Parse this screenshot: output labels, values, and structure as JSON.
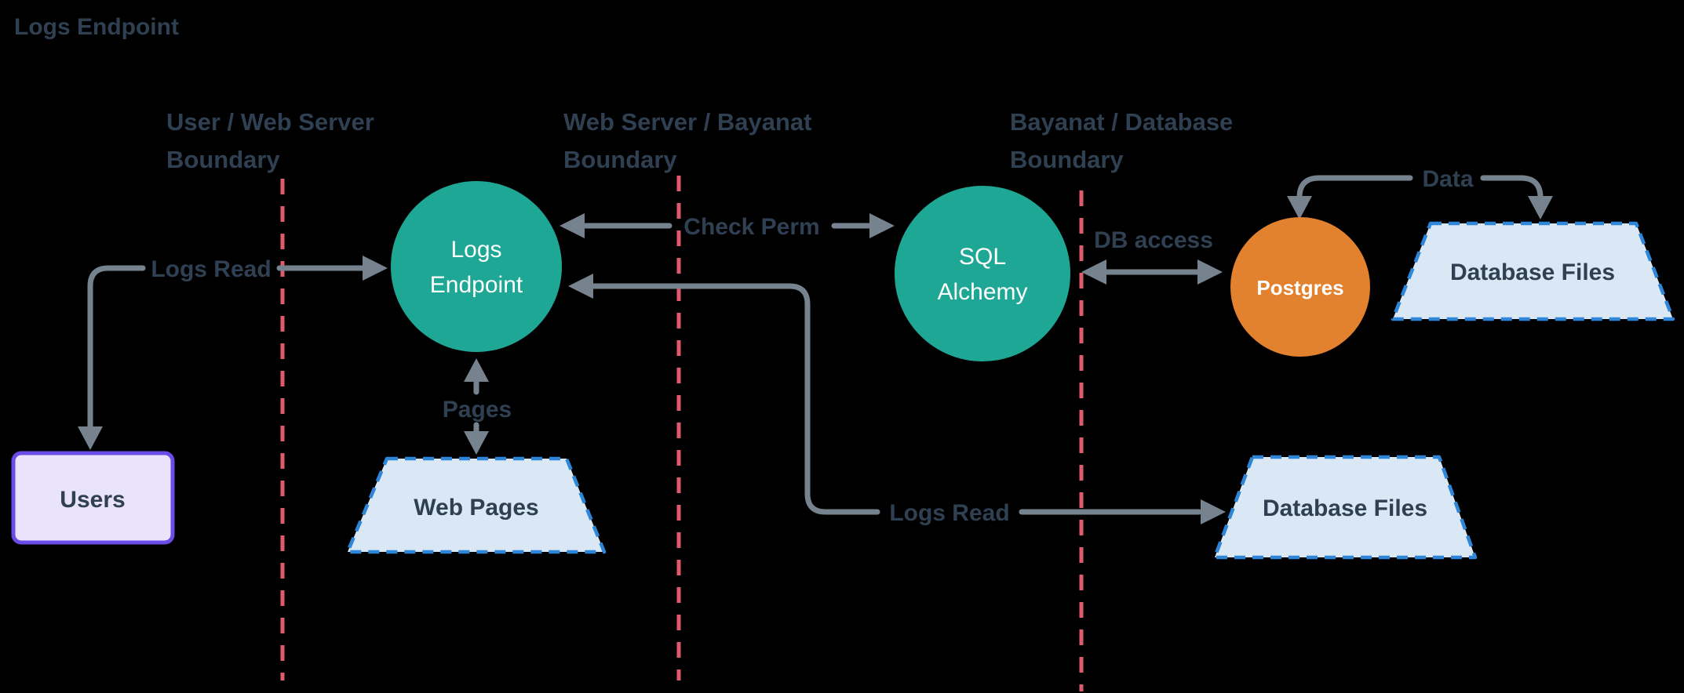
{
  "title": "Logs Endpoint",
  "boundaries": [
    {
      "id": "user-web-server",
      "line1": "User / Web Server",
      "line2": "Boundary"
    },
    {
      "id": "web-server-bayanat",
      "line1": "Web Server / Bayanat",
      "line2": "Boundary"
    },
    {
      "id": "bayanat-database",
      "line1": "Bayanat / Database",
      "line2": "Boundary"
    }
  ],
  "nodes": {
    "users": {
      "label": "Users",
      "type": "actor"
    },
    "logs_endpoint": {
      "line1": "Logs",
      "line2": "Endpoint",
      "type": "process"
    },
    "web_pages": {
      "label": "Web Pages",
      "type": "store"
    },
    "sql_alchemy": {
      "line1": "SQL",
      "line2": "Alchemy",
      "type": "process"
    },
    "postgres": {
      "label": "Postgres",
      "type": "process"
    },
    "database_files_top": {
      "label": "Database Files",
      "type": "store"
    },
    "database_files_bottom": {
      "label": "Database Files",
      "type": "store"
    }
  },
  "flows": {
    "logs_read_user": {
      "label": "Logs Read"
    },
    "pages": {
      "label": "Pages"
    },
    "check_perm": {
      "label": "Check Perm"
    },
    "db_access": {
      "label": "DB access"
    },
    "logs_read_db": {
      "label": "Logs Read"
    },
    "data": {
      "label": "Data"
    }
  },
  "colors": {
    "background": "#000000",
    "text": "#2F4052",
    "process_fill": "#1DA794",
    "postgres_fill": "#E2812E",
    "process_text": "#FFFFFF",
    "arrow": "#76838F",
    "boundary_red": "#E05A6D",
    "store_border": "#2E86D9",
    "store_fill": "#DAE7F5",
    "actor_fill": "#E9E3FB",
    "actor_border": "#6A4DE6"
  }
}
